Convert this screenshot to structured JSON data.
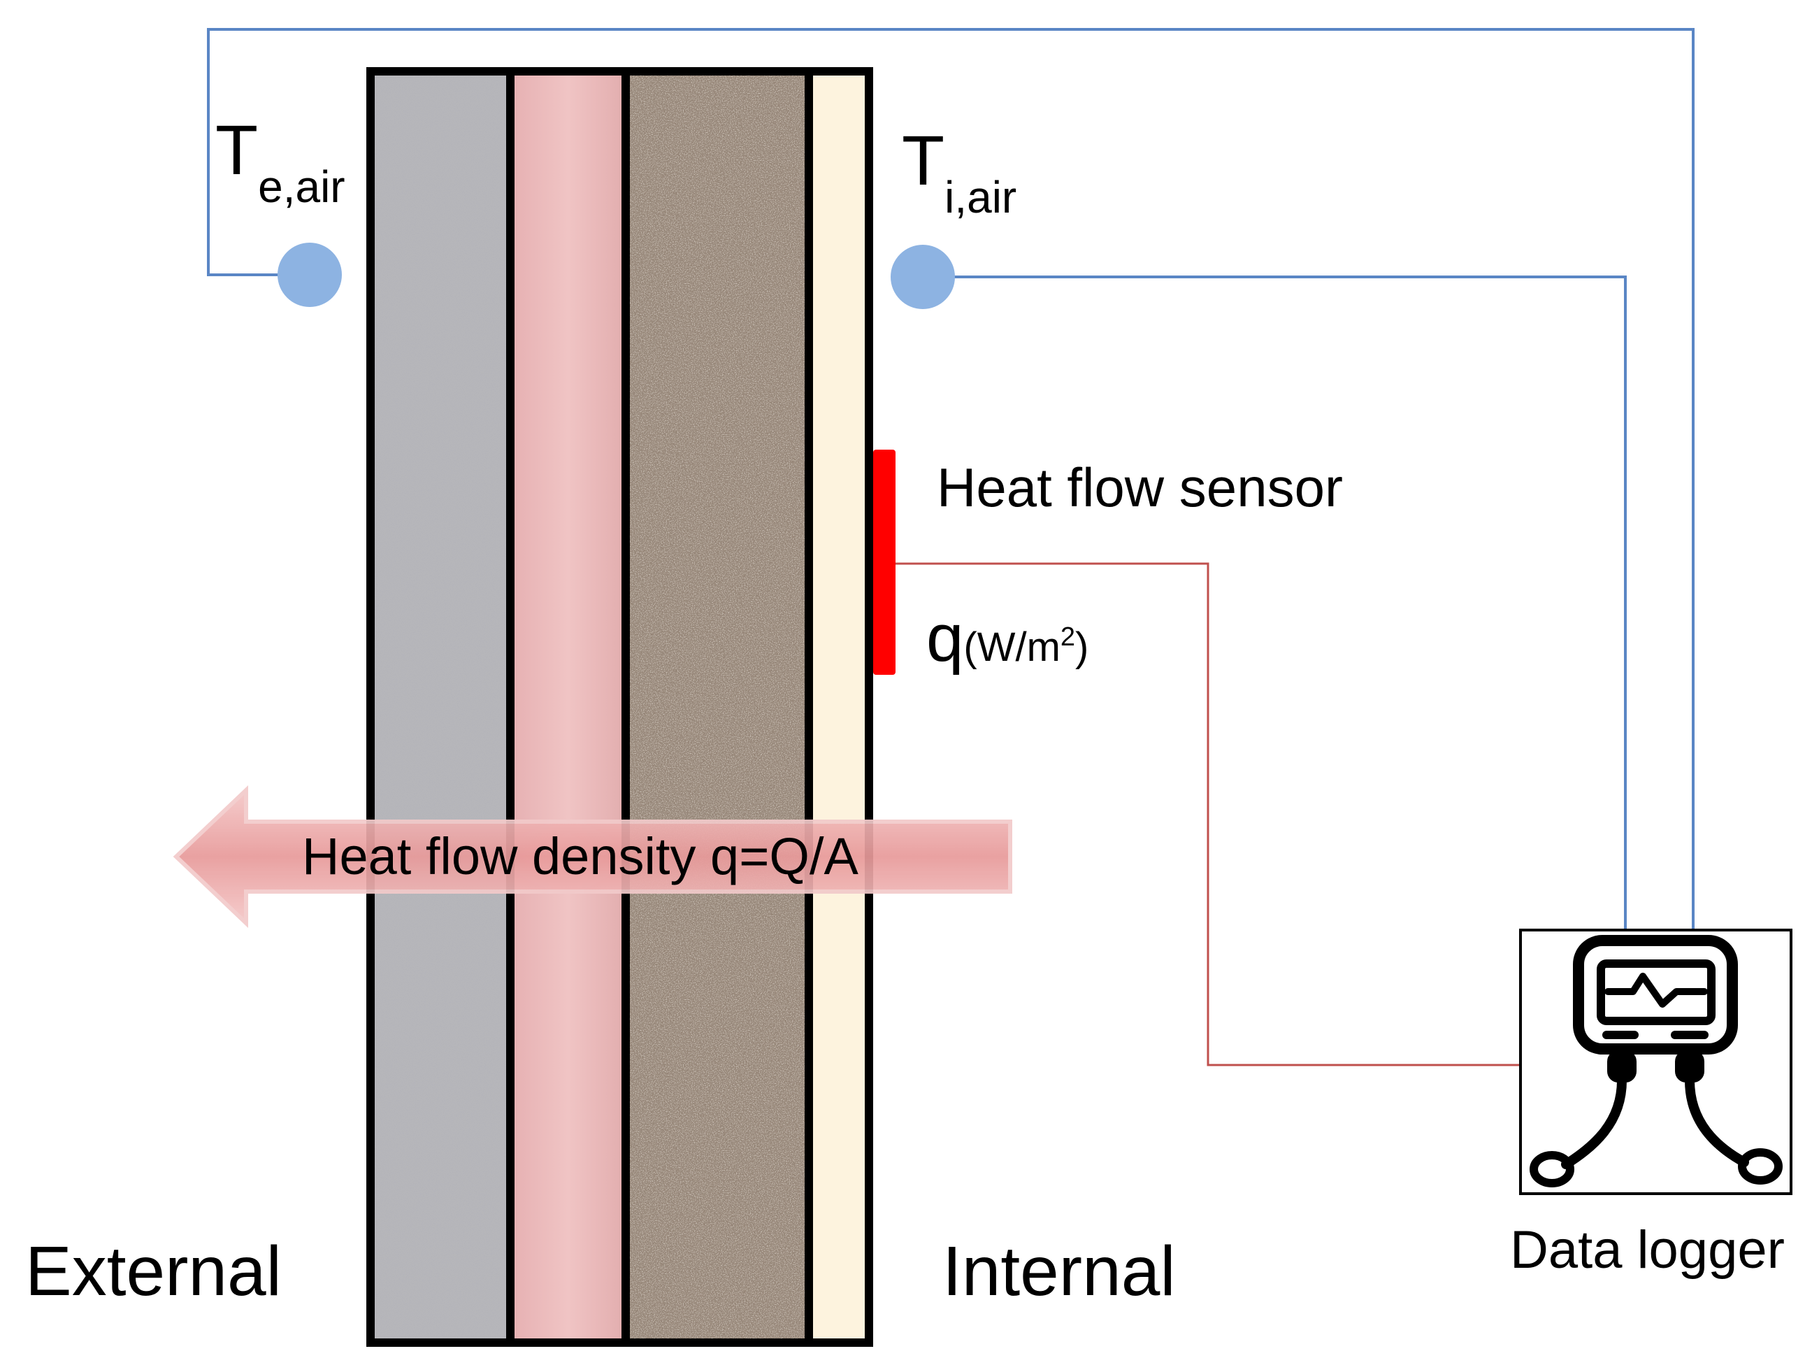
{
  "labels": {
    "external_temp": {
      "main": "T",
      "sub": "e,air"
    },
    "internal_temp": {
      "main": "T",
      "sub": "i,air"
    },
    "heat_flow_sensor": "Heat flow sensor",
    "q_symbol": "q",
    "q_unit_prefix": "(W/m",
    "q_unit_power": "2",
    "q_unit_suffix": ")",
    "arrow_text": "Heat flow density q=Q/A",
    "external": "External",
    "internal": "Internal",
    "data_logger": "Data logger"
  },
  "wall_layers": [
    {
      "name": "granite-layer",
      "color": "#b4b4b8"
    },
    {
      "name": "brick-layer",
      "color": "#e8b8b8"
    },
    {
      "name": "insulation-layer",
      "color": "#9c8c80"
    },
    {
      "name": "plaster-layer",
      "color": "#fdf3de"
    }
  ],
  "colors": {
    "sensor_dot": "#8db3e2",
    "temperature_wire": "#5a86c5",
    "heat_flow_wire": "#c0504d",
    "sensor": "#ff0000",
    "arrow_fill": "#e8a0a0"
  }
}
